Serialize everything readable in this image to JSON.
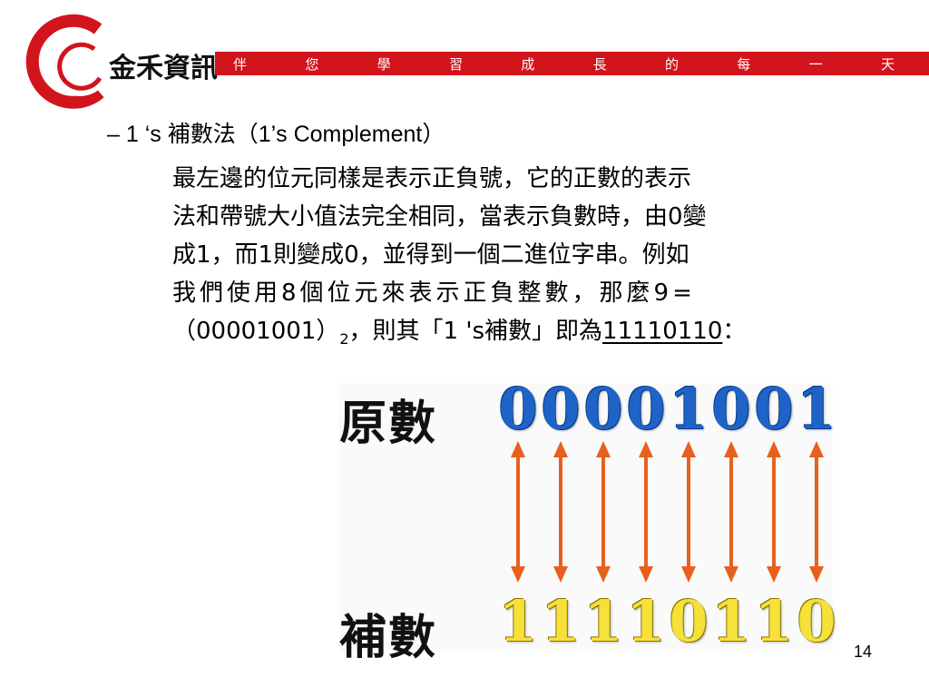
{
  "header": {
    "brand": "金禾資訊",
    "slogan": [
      "伴",
      "您",
      "學",
      "習",
      "成",
      "長",
      "的",
      "每",
      "一",
      "天"
    ]
  },
  "bullet": "– 1 ‘s 補數法（1’s Complement）",
  "paragraph": {
    "line1": "最左邊的位元同樣是表示正負號，它的正數的表示",
    "line2": "法和帶號大小值法完全相同，當表示負數時，由0變",
    "line3": "成1，而1則變成0，並得到一個二進位字串。例如",
    "line4": "我們使用8個位元來表示正負整數，那麼9=",
    "line5_pre": "（00001001）",
    "line5_sub": "2",
    "line5_mid": "，則其「1 's補數」即為",
    "line5_answer": "11110110",
    "line5_post": "："
  },
  "figure": {
    "original_label": "原數",
    "complement_label": "補數",
    "original_bits": [
      "0",
      "0",
      "0",
      "0",
      "1",
      "0",
      "0",
      "1"
    ],
    "complement_bits": [
      "1",
      "1",
      "1",
      "1",
      "0",
      "1",
      "1",
      "0"
    ],
    "arrow_color": "#e8601c",
    "original_color": "#1e63c8",
    "complement_color": "#f6e03a"
  },
  "page_number": "14",
  "colors": {
    "accent": "#d2141c"
  }
}
